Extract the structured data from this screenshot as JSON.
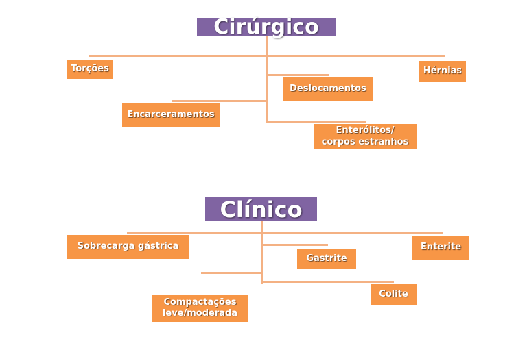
{
  "colors": {
    "header": "#8064a2",
    "box": "#f79646",
    "connector": "#f4b183"
  },
  "surgical": {
    "title": "Cirúrgico",
    "items": {
      "torcoes": "Torções",
      "hernias": "Hérnias",
      "deslocamentos": "Deslocamentos",
      "encarceramentos": "Encarceramentos",
      "enterolitos": "Enterólitos/\ncorpos estranhos"
    }
  },
  "clinical": {
    "title": "Clínico",
    "items": {
      "sobrecarga": "Sobrecarga gástrica",
      "enterite": "Enterite",
      "gastrite": "Gastrite",
      "colite": "Colite",
      "compactacoes": "Compactações\nleve/moderada"
    }
  }
}
